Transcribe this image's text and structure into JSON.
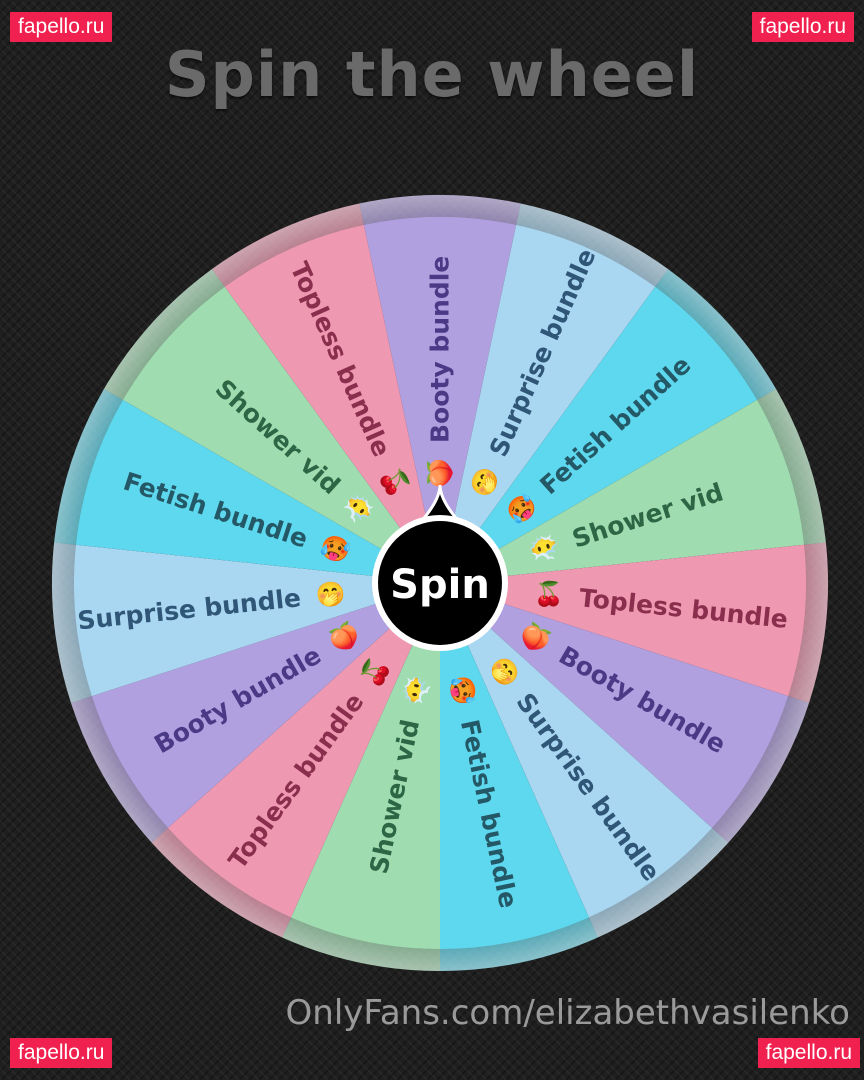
{
  "title": "Spin the wheel",
  "watermark_badges": [
    "fapello.ru",
    "fapello.ru",
    "fapello.ru",
    "fapello.ru"
  ],
  "footer_watermark": "OnlyFans.com/elizabethvasilenko",
  "spin_button": {
    "label": "Spin"
  },
  "wheel": {
    "segments": [
      {
        "label": "Booty bundle",
        "icon": "peach-icon",
        "color": "#b1a0e0"
      },
      {
        "label": "Surprise bundle",
        "icon": "hugging-face-icon",
        "color": "#a9d6f0"
      },
      {
        "label": "Fetish bundle",
        "icon": "hot-face-icon",
        "color": "#5ed8ee"
      },
      {
        "label": "Shower vid",
        "icon": "shower-face-icon",
        "color": "#9fdcb0"
      },
      {
        "label": "Topless bundle",
        "icon": "cherries-icon",
        "color": "#ef98b2"
      },
      {
        "label": "Booty bundle",
        "icon": "peach-icon",
        "color": "#b1a0e0"
      },
      {
        "label": "Surprise bundle",
        "icon": "hugging-face-icon",
        "color": "#a9d6f0"
      },
      {
        "label": "Fetish bundle",
        "icon": "hot-face-icon",
        "color": "#5ed8ee"
      },
      {
        "label": "Shower vid",
        "icon": "shower-face-icon",
        "color": "#9fdcb0"
      },
      {
        "label": "Topless bundle",
        "icon": "cherries-icon",
        "color": "#ef98b2"
      },
      {
        "label": "Booty bundle",
        "icon": "peach-icon",
        "color": "#b1a0e0"
      },
      {
        "label": "Surprise bundle",
        "icon": "hugging-face-icon",
        "color": "#a9d6f0"
      },
      {
        "label": "Fetish bundle",
        "icon": "hot-face-icon",
        "color": "#5ed8ee"
      },
      {
        "label": "Shower vid",
        "icon": "shower-face-icon",
        "color": "#9fdcb0"
      },
      {
        "label": "Topless bundle",
        "icon": "cherries-icon",
        "color": "#ef98b2"
      }
    ],
    "text_colors": {
      "Booty bundle": "#4a3a86",
      "Surprise bundle": "#2f5577",
      "Fetish bundle": "#245866",
      "Shower vid": "#2d6645",
      "Topless bundle": "#8a2e4d"
    },
    "pointer_color": "#000000"
  }
}
